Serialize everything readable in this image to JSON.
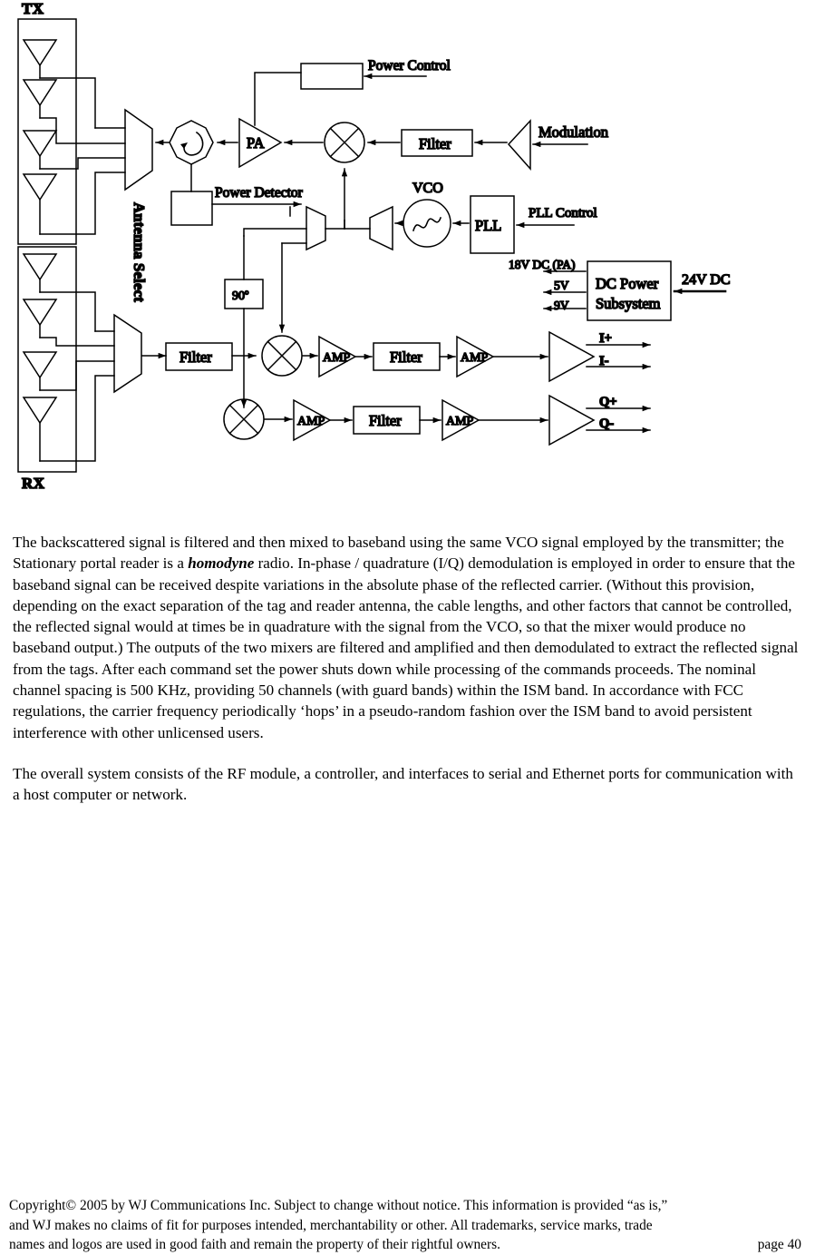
{
  "document": {
    "page_number_label": "page 40"
  },
  "diagram": {
    "name": "rfid-reader-rf-block-diagram",
    "labels": {
      "tx": "TX",
      "rx": "RX",
      "antenna_select": "Antenna Select",
      "power_control": "Power Control",
      "power_detector": "Power Detector",
      "pa": "PA",
      "modulation": "Modulation",
      "filter_tx": "Filter",
      "vco": "VCO",
      "pll": "PLL",
      "pll_control": "PLL Control",
      "phase_90": "90º",
      "dc_power_subsystem_line1": "DC Power",
      "dc_power_subsystem_line2": "Subsystem",
      "dc_in": "24V DC",
      "dc_out_18v": "18V DC (PA)",
      "dc_out_5v": "5V",
      "dc_out_9v": "9V",
      "filter_rx": "Filter",
      "filter_i": "Filter",
      "filter_q": "Filter",
      "amp_i1": "AMP",
      "amp_i2": "AMP",
      "amp_q1": "AMP",
      "amp_q2": "AMP",
      "out_i_plus": "I+",
      "out_i_minus": "I-",
      "out_q_plus": "Q+",
      "out_q_minus": "Q-"
    }
  },
  "body": {
    "paragraph1_part1": "The backscattered signal is filtered and then mixed to baseband using the same VCO signal employed by the transmitter; the Stationary portal reader is a ",
    "paragraph1_emphasis": "homodyne",
    "paragraph1_part2": " radio.  In-phase / quadrature (I/Q) demodulation is employed in order to ensure that the baseband signal can be received despite variations in the absolute phase of the reflected carrier.  (Without this provision, depending on the exact separation of the tag and reader antenna, the cable lengths, and other factors that cannot be controlled, the reflected signal would at times be in quadrature with the signal from the VCO, so that the mixer would produce no baseband output.)  The outputs of the two mixers are filtered and amplified and then demodulated to extract the reflected signal from the tags.  After each command set the power shuts down while processing of the commands proceeds.   The nominal channel spacing is 500 KHz, providing 50 channels (with guard bands) within the ISM band.  In accordance with FCC regulations, the carrier frequency periodically ‘hops’ in a pseudo-random fashion over the ISM band to avoid persistent interference with other unlicensed users.",
    "paragraph2": "The overall system consists of the RF module, a controller, and interfaces to serial and Ethernet ports for communication with a host computer or network."
  },
  "footer": {
    "line1": "Copyright© 2005 by WJ Communications Inc.  Subject to change without notice.  This information is provided “as is,”",
    "line2": "and WJ makes no claims of fit for purposes intended, merchantability or other.  All trademarks, service marks, trade",
    "line3": "names and logos are used in good faith and remain the property of their rightful owners.",
    "page_number": "page 40"
  }
}
